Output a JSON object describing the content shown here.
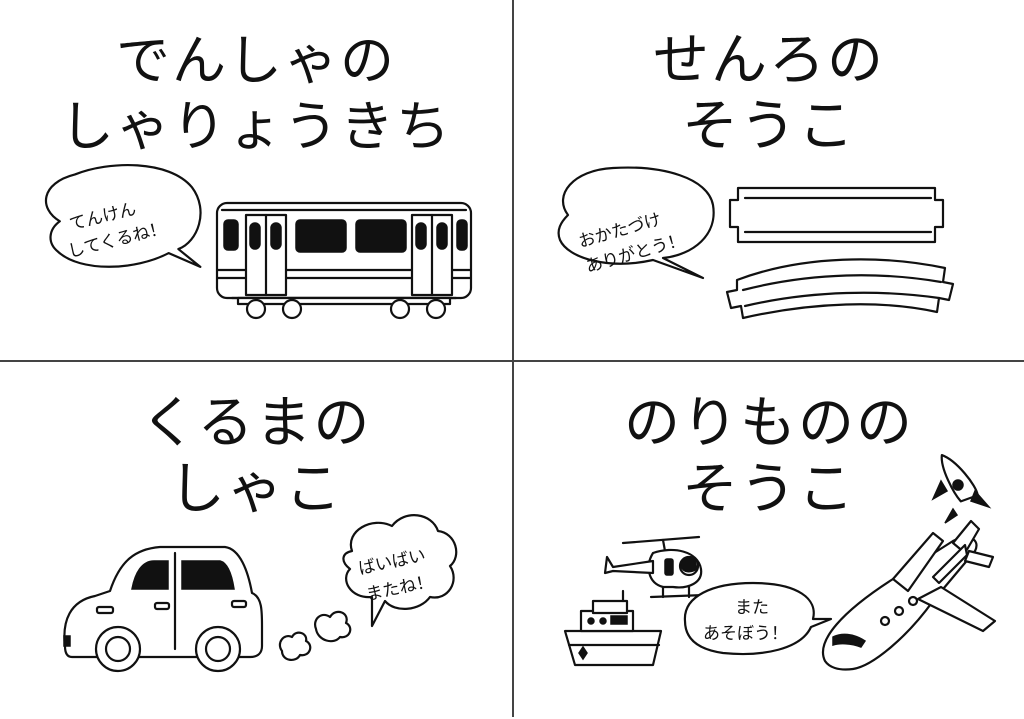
{
  "panels": [
    {
      "title_lines": [
        "でんしゃの",
        "しゃりょうきち"
      ],
      "bubble_lines": [
        "てんけん",
        "してくるね！"
      ]
    },
    {
      "title_lines": [
        "せんろの",
        "そうこ"
      ],
      "bubble_lines": [
        "おかたづけ",
        "ありがとう！"
      ]
    },
    {
      "title_lines": [
        "くるまの",
        "しゃこ"
      ],
      "bubble_lines": [
        "ばいばい",
        "またね！"
      ]
    },
    {
      "title_lines": [
        "のりものの",
        "そうこ"
      ],
      "bubble_lines": [
        "また",
        "あそぼう！"
      ]
    }
  ],
  "icons": [
    "train-icon",
    "rail-track-icon",
    "car-icon",
    "helicopter-icon",
    "rocket-icon",
    "ship-icon",
    "airplane-icon"
  ],
  "colors": {
    "line": "#111111",
    "background": "#ffffff"
  }
}
